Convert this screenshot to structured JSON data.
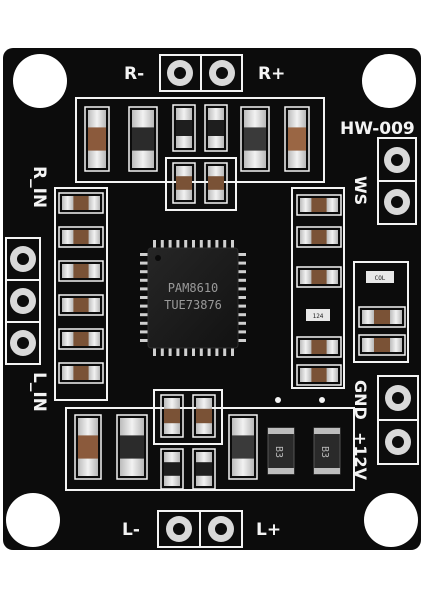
{
  "board": {
    "model": "HW-009",
    "chip": {
      "line1": "PAM8610",
      "line2": "TUE73876"
    },
    "labels": {
      "r_minus": "R-",
      "r_plus": "R+",
      "l_minus": "L-",
      "l_plus": "L+",
      "r_in": "R_IN",
      "l_in": "L_IN",
      "ws": "WS",
      "gnd": "GND",
      "v12": "+12V"
    },
    "components": {
      "res_124": "124",
      "res_col": "COL",
      "diode_1": "B3",
      "diode_2": "B3"
    }
  },
  "colors": {
    "pcb": "#0c0c0c",
    "silkscreen": "#f4f4f4",
    "pad_metal": "#d9d9d9",
    "hole_white": "#ffffff",
    "chip_body": "#161616"
  }
}
